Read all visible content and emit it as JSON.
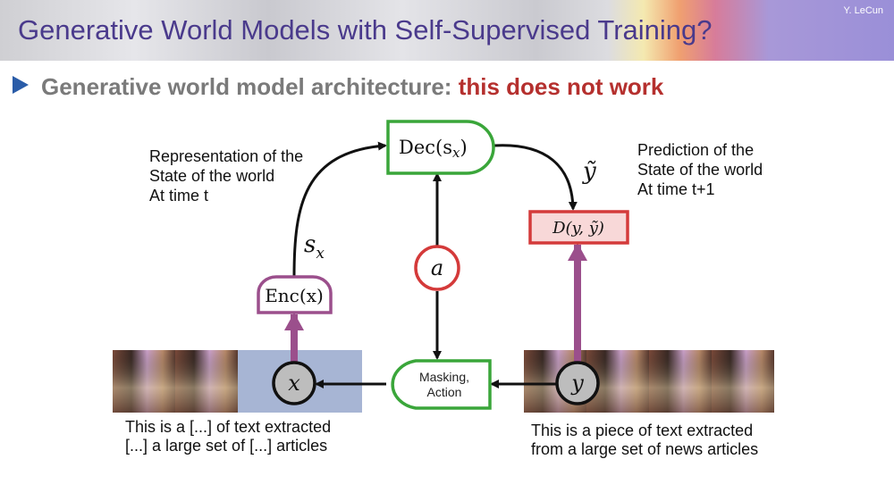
{
  "header": {
    "title": "Generative World Models with Self-Supervised Training?",
    "author": "Y. LeCun"
  },
  "bullet": {
    "text": "Generative world model architecture: ",
    "highlight": "this does not work"
  },
  "diagram": {
    "dec_label": "Dec(s",
    "dec_sub": "x",
    "enc_label": "Enc(x)",
    "action_var": "a",
    "cost_label": "D(y, ỹ)",
    "masking_line1": "Masking,",
    "masking_line2": "Action",
    "x_var": "x",
    "y_var": "y",
    "sx_label": "s",
    "sx_sub": "x",
    "ytilde_label": "ỹ",
    "left_note": [
      "Representation of the",
      "State of the world",
      "At time t"
    ],
    "right_note": [
      "Prediction of the",
      "State of the world",
      "At time t+1"
    ],
    "left_caption": [
      "This is a [...] of text extracted",
      "[...] a large set of [...] articles"
    ],
    "right_caption": [
      "This is a piece of text extracted",
      "from a large set of news articles"
    ]
  },
  "colors": {
    "title": "#4a3a8c",
    "bullet_marker": "#2a5ca8",
    "highlight": "#b5302e",
    "green": "#3aa63a",
    "purple": "#9b4f8c",
    "red": "#d43a3a"
  }
}
